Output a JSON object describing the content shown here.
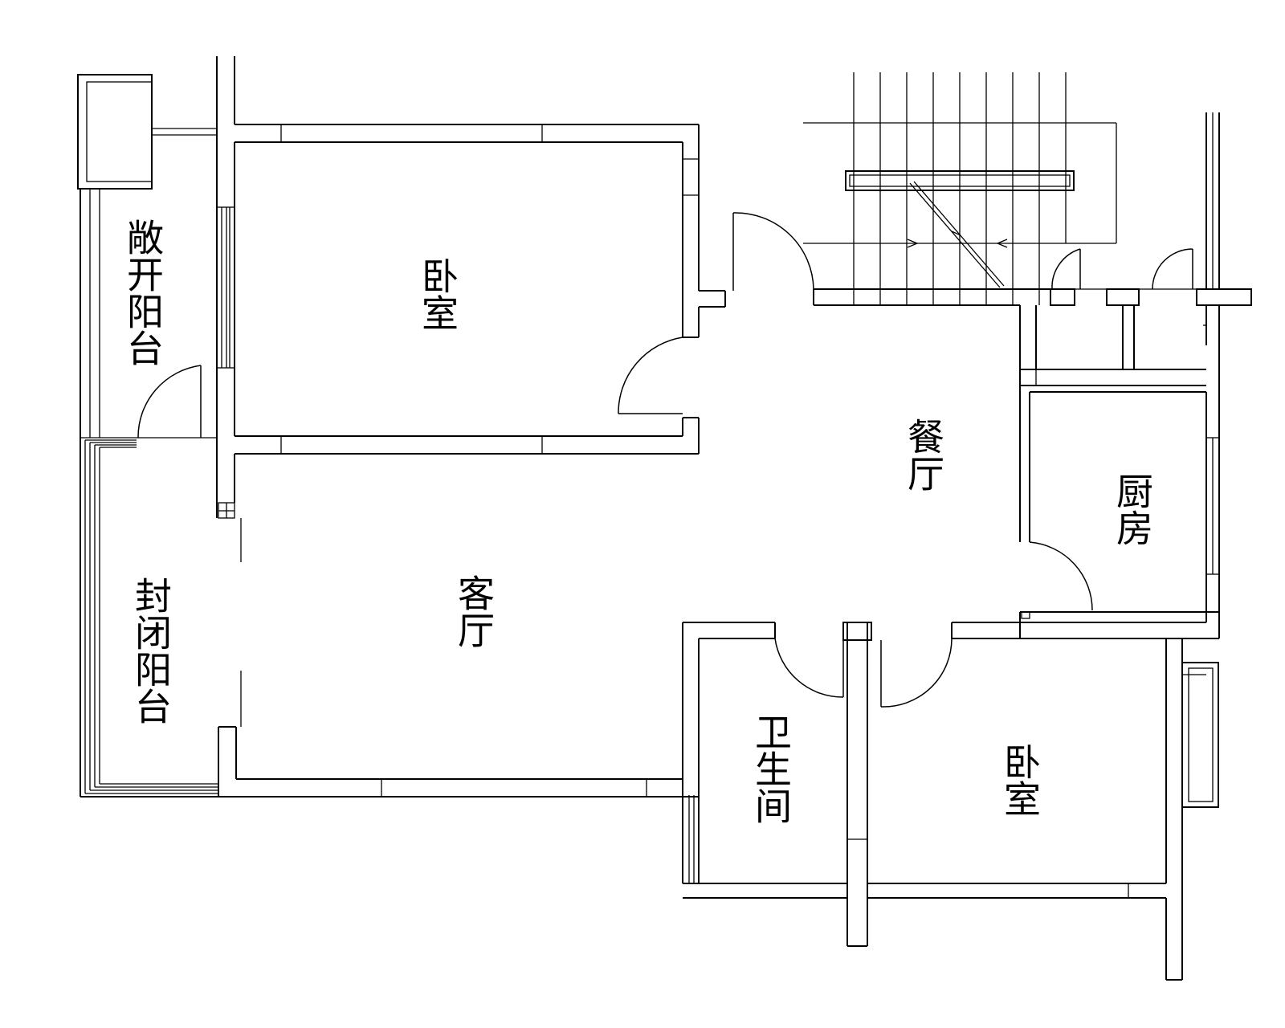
{
  "rooms": {
    "bedroom_top": "卧室",
    "open_balcony": "敞开阳台",
    "dining": "餐厅",
    "kitchen": "厨房",
    "living": "客厅",
    "closed_balcony": "封闭阳台",
    "bathroom": "卫生间",
    "bedroom_bottom": "卧室"
  }
}
